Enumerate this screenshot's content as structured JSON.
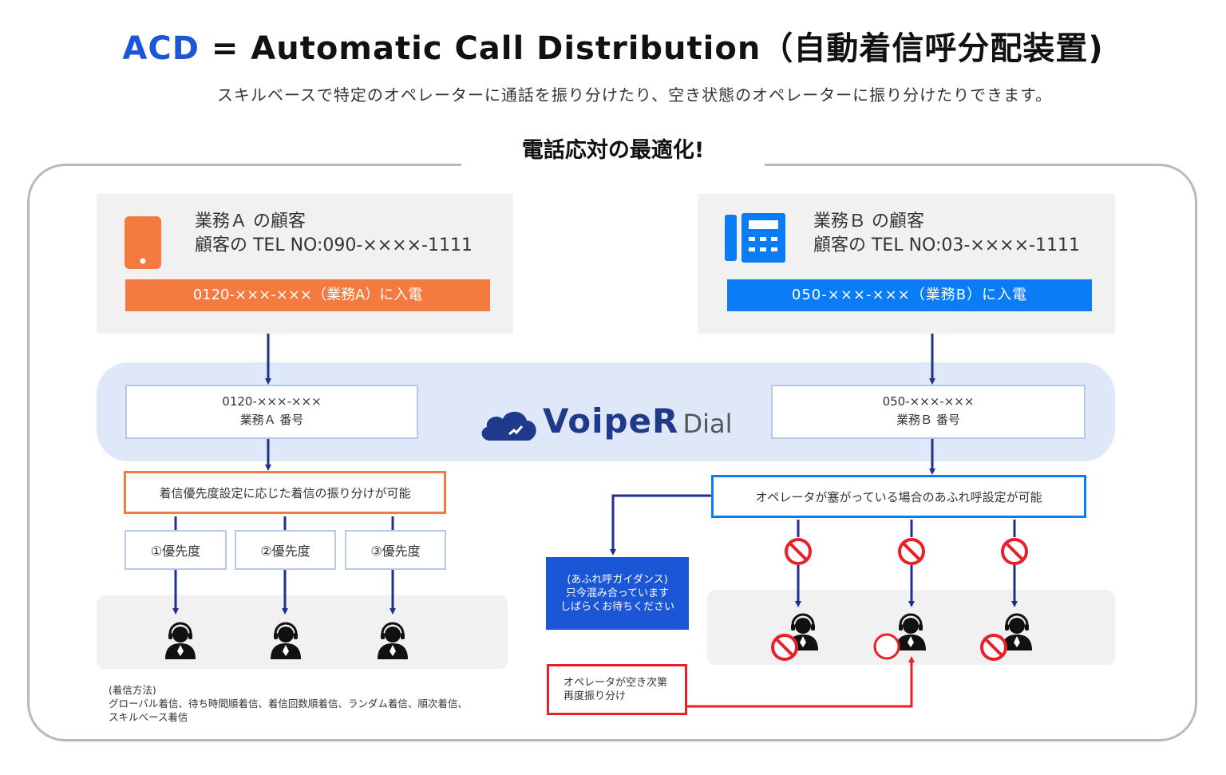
{
  "header": {
    "title_acd": "ACD",
    "title_rest": " = Automatic Call Distribution（自動着信呼分配装置)",
    "subtitle": "スキルベースで特定のオペレーターに通話を振り分けたり、空き状態のオペレーターに振り分けたりできます。"
  },
  "section_title": "電話応対の最適化!",
  "customer_a": {
    "line1": "業務Ａ の顧客",
    "line2": "顧客の TEL NO:090-××××-1111",
    "bar": "0120-×××-×××（業務A）に入電",
    "icon": "smartphone-icon",
    "color": "#f47a3f"
  },
  "customer_b": {
    "line1": "業務Ｂ の顧客",
    "line2": "顧客の TEL NO:03-××××-1111",
    "bar": "050-×××-×××（業務B）に入電",
    "icon": "desk-phone-icon",
    "color": "#0a7cf5"
  },
  "pbx": {
    "box_a_line1": "0120-×××-×××",
    "box_a_line2": "業務Ａ 番号",
    "box_b_line1": "050-×××-×××",
    "box_b_line2": "業務Ｂ 番号",
    "logo_main": "VoipeR",
    "logo_sub": "Dial",
    "logo_icon": "cloud-logo-icon"
  },
  "left_flow": {
    "rule": "着信優先度設定に応じた着信の振り分けが可能",
    "priorities": [
      "①優先度",
      "②優先度",
      "③優先度"
    ],
    "notes_line1": "(着信方法)",
    "notes_line2": "グローバル着信、待ち時間順着信、着信回数順着信、ランダム着信、順次着信、",
    "notes_line3": "スキルベース着信"
  },
  "right_flow": {
    "rule": "オペレータが塞がっている場合のあふれ呼設定が可能",
    "guidance_line1": "(あふれ呼ガイダンス)",
    "guidance_line2": "只今混み合っています",
    "guidance_line3": "しばらくお待ちください",
    "redistribute_line1": "オペレータが空き次第",
    "redistribute_line2": "再度振り分け"
  },
  "colors": {
    "accent_blue": "#1a56d6",
    "arrow_navy": "#1f2f8f",
    "orange": "#f47a3f",
    "blue": "#0a7cf5",
    "red": "#e8202a"
  }
}
